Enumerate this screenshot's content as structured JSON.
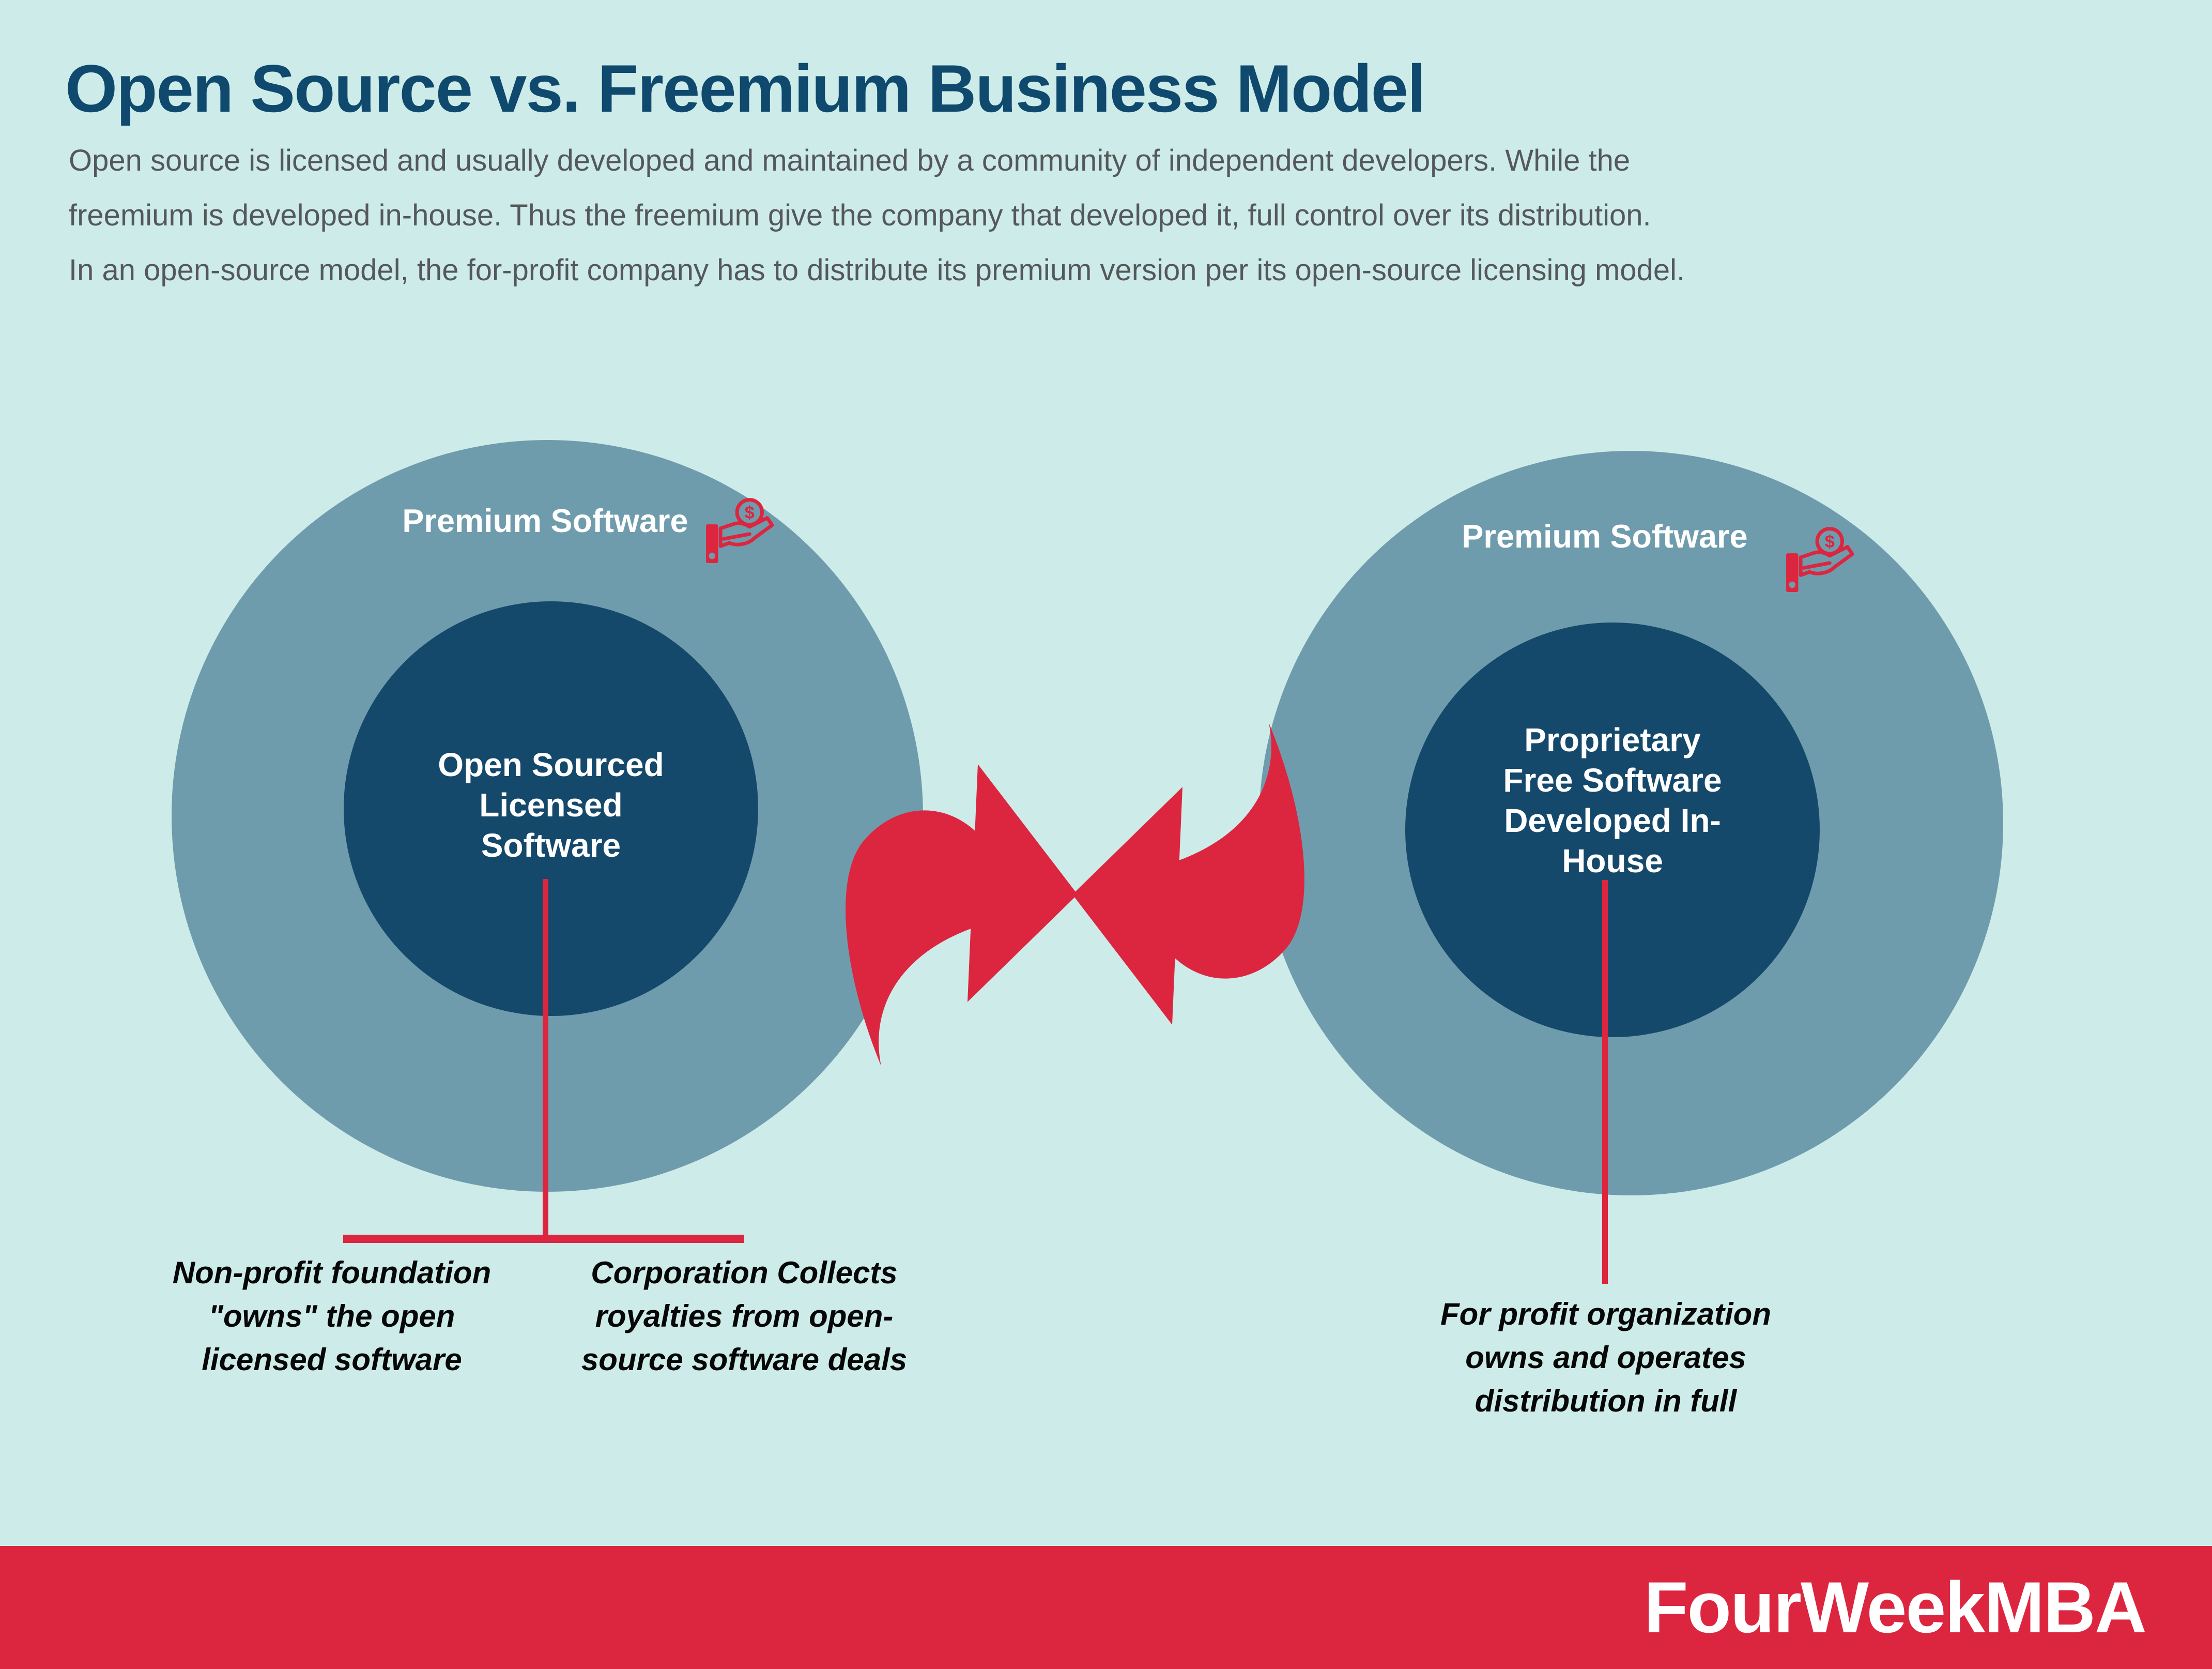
{
  "palette": {
    "background": "#cdece9",
    "circle_outer": "#6f9cad",
    "circle_inner": "#15496b",
    "accent_red": "#dc2640",
    "title_color": "#0f496d",
    "paragraph_color": "#55585a",
    "caption_color": "#070707",
    "white": "#ffffff"
  },
  "header": {
    "title": "Open Source vs. Freemium Business Model",
    "description_lines": [
      "Open source is licensed and usually developed and maintained by a community of independent developers. While the",
      "freemium is developed in-house. Thus the freemium give the company that developed it, full control over its distribution.",
      "In an open-source model, the for-profit company has to distribute its premium version per its open-source licensing model."
    ]
  },
  "icons": {
    "money_icon_name": "coin-in-hand-icon",
    "dollar_symbol": "$"
  },
  "left_diagram": {
    "outer_label": "Premium Software",
    "inner_lines": [
      "Open Sourced",
      "Licensed",
      "Software"
    ],
    "caption_primary_lines": [
      "Non-profit foundation",
      "\"owns\" the open",
      "licensed software"
    ],
    "caption_secondary_lines": [
      "Corporation Collects",
      "royalties from open-",
      "source software deals"
    ]
  },
  "right_diagram": {
    "outer_label": "Premium Software",
    "inner_lines": [
      "Proprietary",
      "Free Software",
      "Developed In-",
      "House"
    ],
    "caption_lines": [
      "For profit organization",
      "owns and operates",
      "distribution in full"
    ]
  },
  "footer": {
    "brand": "FourWeekMBA"
  }
}
